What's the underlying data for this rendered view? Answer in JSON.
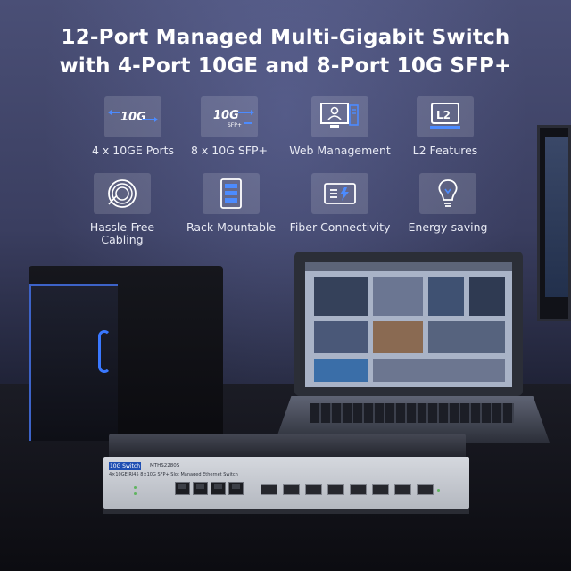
{
  "headline": {
    "line1": "12-Port Managed Multi-Gigabit Switch",
    "line2": "with 4-Port 10GE and 8-Port 10G SFP+"
  },
  "features": [
    {
      "icon": "10g-icon",
      "icon_text": "10G",
      "label": "4 x 10GE Ports"
    },
    {
      "icon": "10g-sfp-icon",
      "icon_text": "10G",
      "icon_subtext": "SFP+",
      "label": "8 x 10G SFP+"
    },
    {
      "icon": "web-management-icon",
      "label": "Web Management"
    },
    {
      "icon": "l2-icon",
      "icon_text": "L2",
      "label": "L2 Features"
    },
    {
      "icon": "cable-coil-icon",
      "label": "Hassle-Free\nCabling"
    },
    {
      "icon": "rack-icon",
      "label": "Rack Mountable"
    },
    {
      "icon": "fiber-icon",
      "label": "Fiber Connectivity"
    },
    {
      "icon": "lightbulb-icon",
      "label": "Energy-saving"
    }
  ],
  "switch": {
    "badge": "10G Switch",
    "model": "MTHS2280S",
    "description": "4×10GE RJ45 8×10G SFP+ Slot Managed Ethernet Switch"
  },
  "colors": {
    "accent_blue": "#1f4fb3",
    "icon_blue": "#3a6fe0",
    "text_light": "#e8eaf4"
  }
}
